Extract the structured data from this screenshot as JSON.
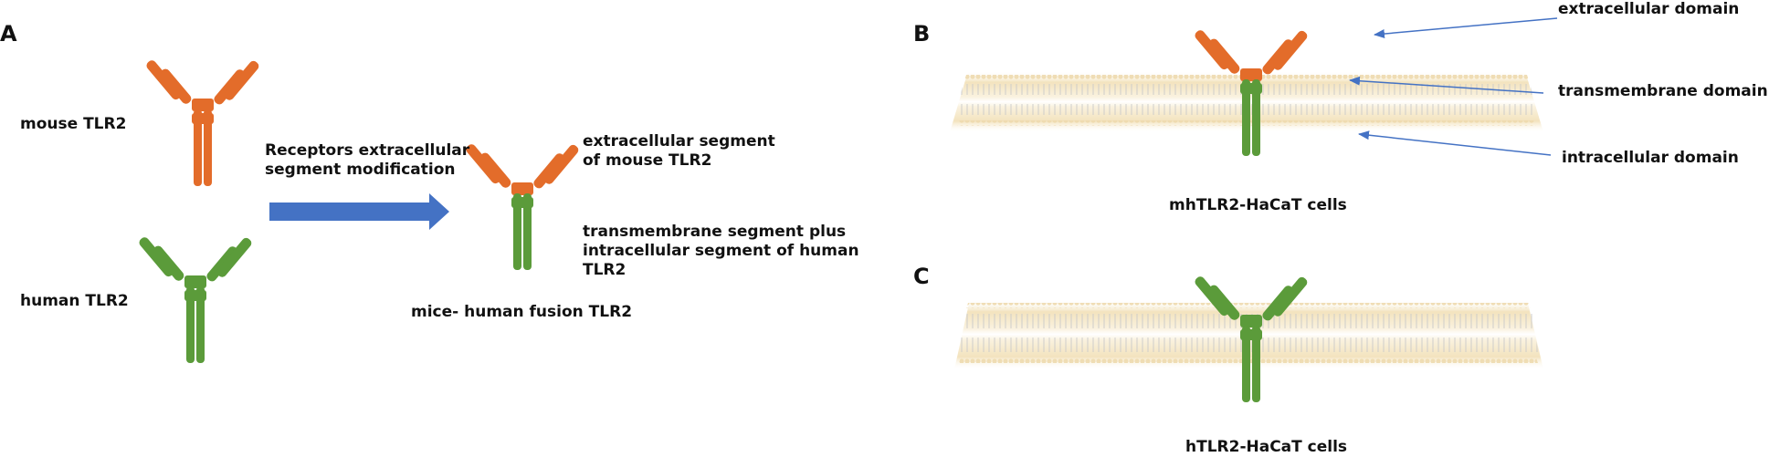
{
  "colors": {
    "orange": "#E36C2A",
    "green": "#5B9B3A",
    "arrow_blue": "#4472C4",
    "membrane_tan": "#F0DFB8",
    "membrane_core": "#FFFFFF",
    "text": "#111111"
  },
  "panels": {
    "a": "A",
    "b": "B",
    "c": "C"
  },
  "panel_a": {
    "mouse_label": "mouse TLR2",
    "human_label": "human TLR2",
    "arrow_label": "Receptors extracellular\nsegment modification",
    "extracellular_label": "extracellular segment\nof mouse TLR2",
    "transmembrane_label": "transmembrane segment plus\nintracellular segment of human\nTLR2",
    "fusion_caption": "mice- human fusion TLR2"
  },
  "panel_b": {
    "extracellular_domain": "extracellular domain",
    "transmembrane_domain": "transmembrane domain",
    "intracellular_domain": "intracellular domain",
    "caption": "mhTLR2-HaCaT cells"
  },
  "panel_c": {
    "caption": "hTLR2-HaCaT cells"
  }
}
